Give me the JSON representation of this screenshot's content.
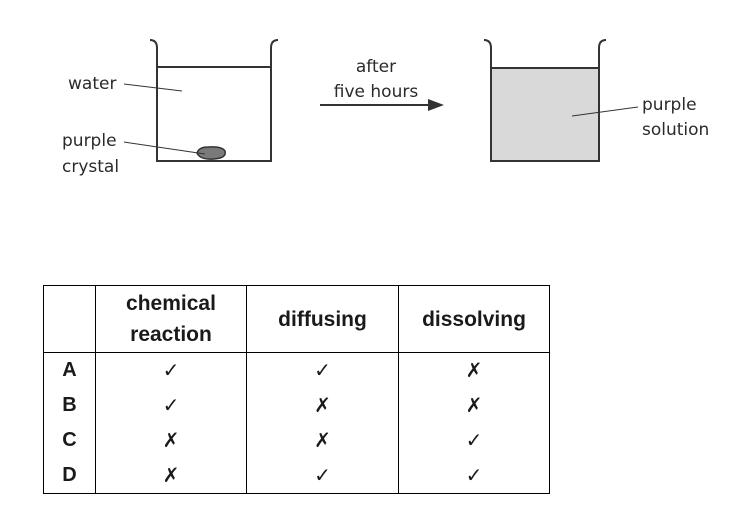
{
  "diagram": {
    "labels": {
      "water": "water",
      "crystal_line1": "purple",
      "crystal_line2": "crystal",
      "arrow_line1": "after",
      "arrow_line2": "five hours",
      "solution_line1": "purple",
      "solution_line2": "solution"
    },
    "colors": {
      "outline": "#333333",
      "solution_fill": "#d9d9d9",
      "crystal_fill": "#7a7a7a"
    }
  },
  "table": {
    "headers": [
      {
        "line1": "",
        "line2": ""
      },
      {
        "line1": "chemical",
        "line2": "reaction"
      },
      {
        "line1": "diffusing",
        "line2": ""
      },
      {
        "line1": "dissolving",
        "line2": ""
      }
    ],
    "rows": [
      {
        "label": "A",
        "chemical_reaction": "✓",
        "diffusing": "✓",
        "dissolving": "✗"
      },
      {
        "label": "B",
        "chemical_reaction": "✓",
        "diffusing": "✗",
        "dissolving": "✗"
      },
      {
        "label": "C",
        "chemical_reaction": "✗",
        "diffusing": "✗",
        "dissolving": "✓"
      },
      {
        "label": "D",
        "chemical_reaction": "✗",
        "diffusing": "✓",
        "dissolving": "✓"
      }
    ]
  }
}
